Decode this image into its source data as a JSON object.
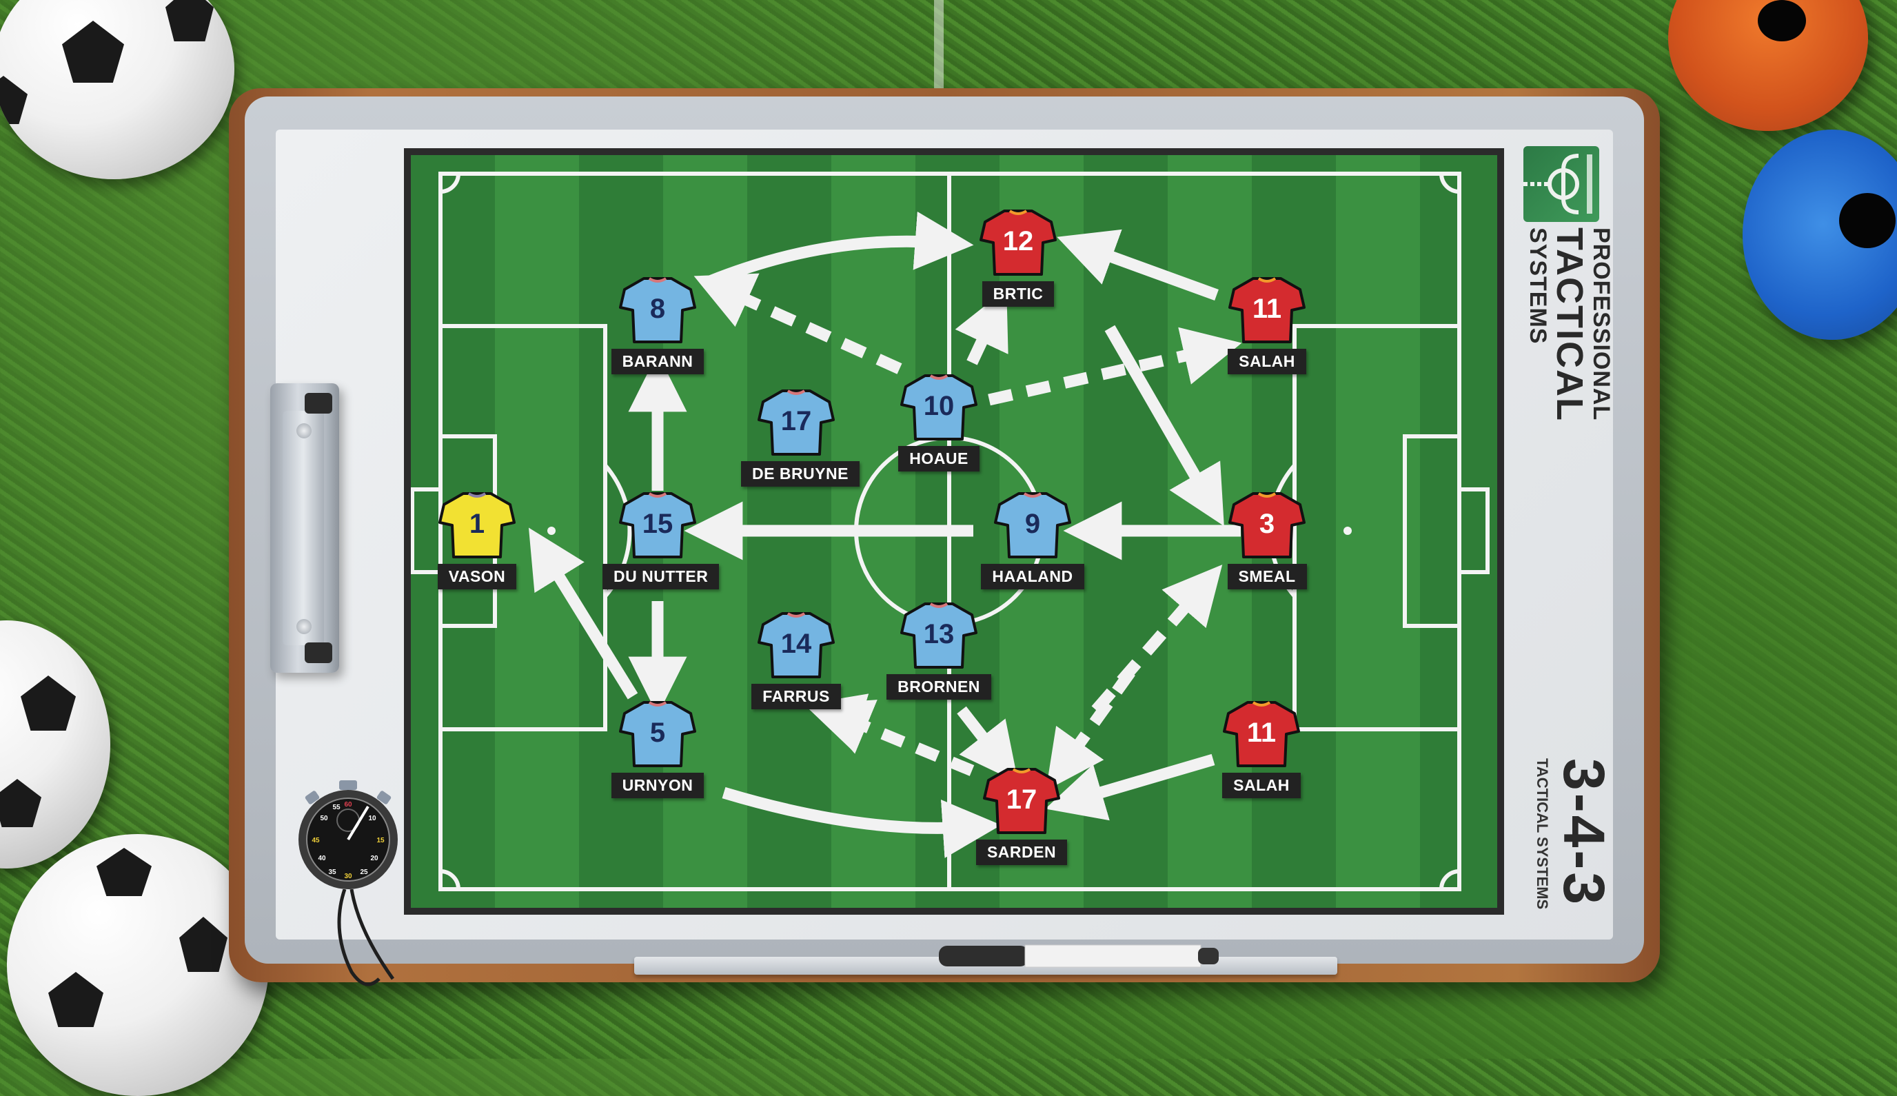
{
  "board": {
    "brand": {
      "line1": "PROFESSIONAL",
      "line2": "TACTICAL",
      "line3": "SYSTEMS",
      "logo_color": "#2f8a4e"
    },
    "formation": {
      "label": "3-4-3",
      "subtitle": "TACTICAL SYSTEMS"
    }
  },
  "colors": {
    "home_shirt": "#74b5e2",
    "home_number": "#1a2a5a",
    "keeper_shirt": "#f2e132",
    "away_shirt": "#d42b2f",
    "away_number": "#ffffff",
    "pitch_light": "#3b9141",
    "pitch_dark": "#2f7d37",
    "label_bg": "#222222"
  },
  "teams": {
    "home": {
      "players": [
        {
          "number": "1",
          "name": "VASON",
          "role": "goalkeeper"
        },
        {
          "number": "8",
          "name": "BARANN"
        },
        {
          "number": "15",
          "name": "DU NUTTER"
        },
        {
          "number": "5",
          "name": "URNYON"
        },
        {
          "number": "17",
          "name": "DE BRUYNE"
        },
        {
          "number": "10",
          "name": "HOAUE"
        },
        {
          "number": "14",
          "name": "FARRUS"
        },
        {
          "number": "13",
          "name": "BRORNEN"
        },
        {
          "number": "9",
          "name": "HAALAND"
        }
      ]
    },
    "away": {
      "players": [
        {
          "number": "12",
          "name": "BRTIC"
        },
        {
          "number": "11",
          "name": "SALAH"
        },
        {
          "number": "3",
          "name": "SMEAL"
        },
        {
          "number": "11",
          "name": "SALAH"
        },
        {
          "number": "17",
          "name": "SARDEN"
        }
      ]
    }
  },
  "stopwatch": {
    "dial_numbers": [
      "60",
      "10",
      "15",
      "20",
      "25",
      "30",
      "35",
      "40",
      "45",
      "50",
      "55"
    ]
  }
}
